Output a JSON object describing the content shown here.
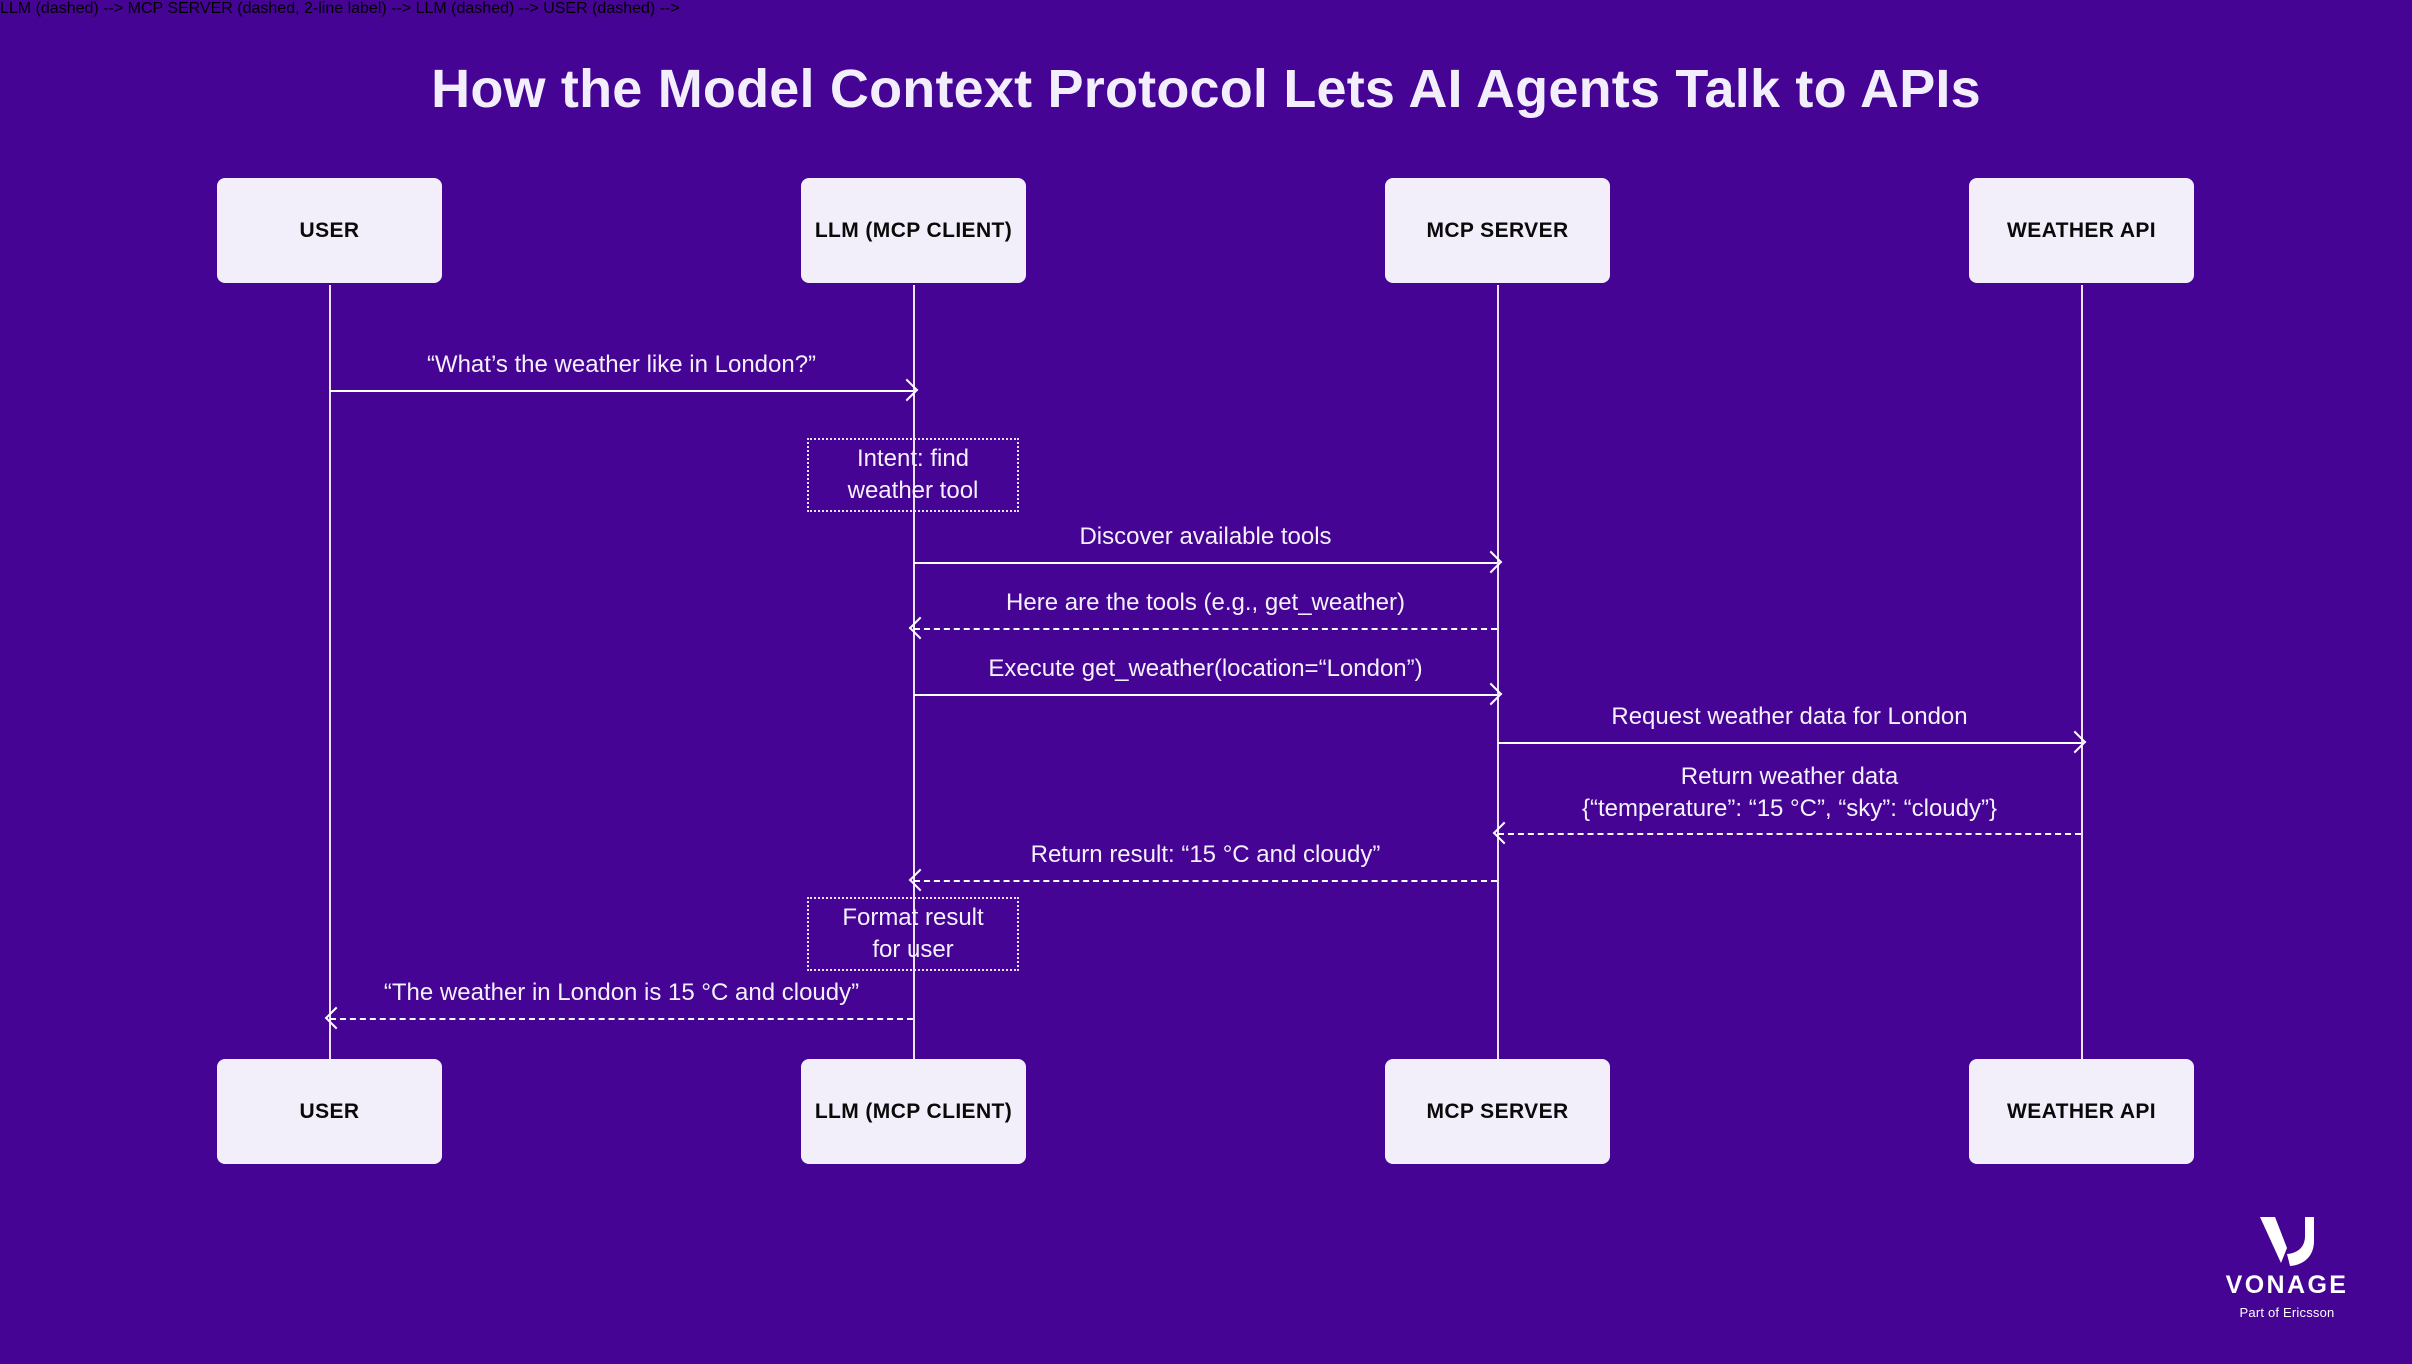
{
  "page": {
    "title": "How the Model Context Protocol Lets AI Agents Talk to APIs",
    "background_color": "#450494",
    "box_color": "#F2EFFB",
    "text_color": "#F4F1FC",
    "line_color": "#FFFFFF"
  },
  "participants": [
    {
      "id": "user",
      "label": "USER"
    },
    {
      "id": "llm",
      "label": "LLM\n(MCP CLIENT)"
    },
    {
      "id": "server",
      "label": "MCP SERVER"
    },
    {
      "id": "weather",
      "label": "WEATHER API"
    }
  ],
  "participants_bottom": [
    {
      "id": "user",
      "label": "USER"
    },
    {
      "id": "llm",
      "label": "LLM\n(MCP CLIENT)"
    },
    {
      "id": "server",
      "label": "MCP SERVER"
    },
    {
      "id": "weather",
      "label": "WEATHER API"
    }
  ],
  "messages": [
    {
      "index": 1,
      "from": "user",
      "to": "llm",
      "style": "solid",
      "direction": "right",
      "label": "“What’s the weather like in London?”"
    },
    {
      "index": 2,
      "from": "llm",
      "to": "server",
      "style": "solid",
      "direction": "right",
      "label": "Discover available tools"
    },
    {
      "index": 3,
      "from": "server",
      "to": "llm",
      "style": "dashed",
      "direction": "left",
      "label": "Here are the tools (e.g., get_weather)"
    },
    {
      "index": 4,
      "from": "llm",
      "to": "server",
      "style": "solid",
      "direction": "right",
      "label": "Execute get_weather(location=“London”)"
    },
    {
      "index": 5,
      "from": "server",
      "to": "weather",
      "style": "solid",
      "direction": "right",
      "label": "Request weather data for London"
    },
    {
      "index": 6,
      "from": "weather",
      "to": "server",
      "style": "dashed",
      "direction": "left",
      "label": "Return weather data\n{“temperature”: “15 °C”, “sky”: “cloudy”}"
    },
    {
      "index": 7,
      "from": "server",
      "to": "llm",
      "style": "dashed",
      "direction": "left",
      "label": "Return result: “15 °C and cloudy”"
    },
    {
      "index": 8,
      "from": "llm",
      "to": "user",
      "style": "dashed",
      "direction": "left",
      "label": "“The weather in London is 15 °C and cloudy”"
    }
  ],
  "notes": [
    {
      "index": 1,
      "on": "llm",
      "label": "Intent: find\nweather tool"
    },
    {
      "index": 2,
      "on": "llm",
      "label": "Format result\nfor user"
    }
  ],
  "logo": {
    "mark": "vonage-v-mark",
    "wordmark": "VONAGE",
    "tagline": "Part of Ericsson"
  }
}
